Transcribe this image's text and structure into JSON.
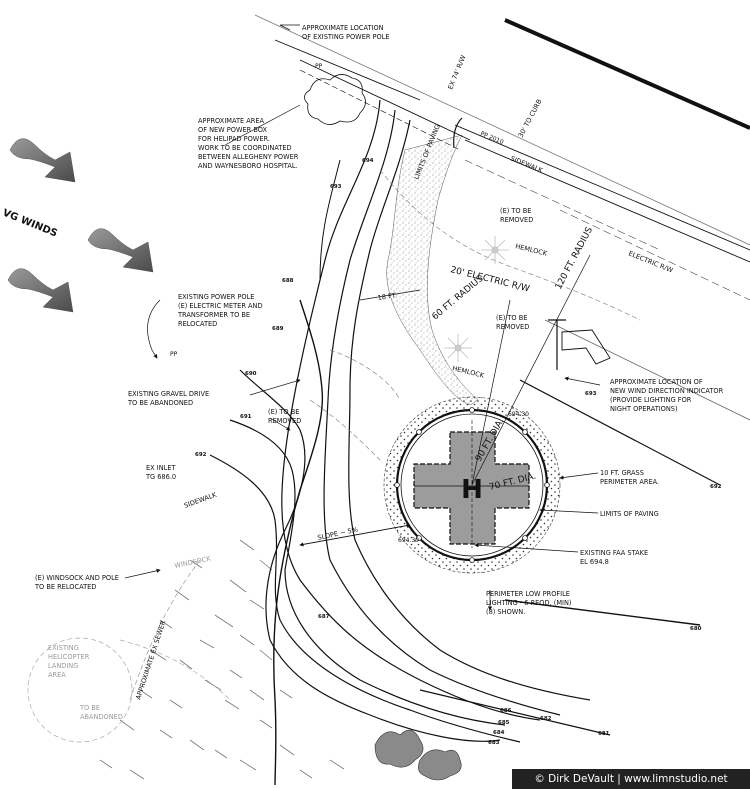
{
  "plan": {
    "wind_label": "VG WINDS",
    "labels": {
      "existing_power_pole_location": [
        "APPROXIMATE LOCATION",
        "OF EXISTING POWER POLE"
      ],
      "pp_top": "PP",
      "new_power_box": [
        "APPROXIMATE AREA",
        "OF NEW POWER BOX",
        "FOR HELIPAD POWER.",
        "WORK TO BE COORDINATED",
        "BETWEEN ALLEGHENY POWER",
        "AND WAYNESBORO HOSPITAL."
      ],
      "row": "EX 74' R/W",
      "curb": "30' TO CURB",
      "sidewalk_top": "SIDEWALK",
      "limits_of_paving_top": "LIMITS OF PAVING",
      "electric_row_right": "ELECTRIC R/W",
      "existing_power_pole_relocate": [
        "EXISTING POWER POLE",
        "(E) ELECTRIC METER AND",
        "TRANSFORMER TO BE",
        "RELOCATED"
      ],
      "pp_mid": "PP",
      "gravel_drive": [
        "EXISTING GRAVEL DRIVE",
        "TO BE ABANDONED"
      ],
      "to_be_removed_1": [
        "(E) TO BE",
        "REMOVED"
      ],
      "to_be_removed_2": [
        "(E) TO BE",
        "REMOVED"
      ],
      "to_be_removed_3": [
        "(E) TO BE",
        "REMOVED"
      ],
      "hemlock_1": "HEMLOCK",
      "hemlock_2": "HEMLOCK",
      "electric_20": "20' ELECTRIC R/W",
      "ft_18": "18 FT.",
      "radius_60": "60 FT. RADIUS",
      "radius_120": "120 FT. RADIUS",
      "wind_indicator": [
        "APPROXIMATE LOCATION OF",
        "NEW WIND DIRECTION INDICATOR",
        "(PROVIDE LIGHTING FOR",
        "NIGHT OPERATIONS)"
      ],
      "ex_inlet": [
        "EX INLET",
        "TG 686.0"
      ],
      "sidewalk_left": "SIDEWALK",
      "dia_90": "90 FT. DIA.",
      "dia_70": "70 FT. DIA.",
      "grass_area": [
        "10 FT. GRASS",
        "PERIMETER AREA."
      ],
      "limits_of_paving": "LIMITS OF PAVING",
      "faa_stake": [
        "EXISTING FAA STAKE",
        "EL 694.8"
      ],
      "slope": "SLOPE ~ 5%",
      "elev_top": "694.30",
      "elev_bottom": "694.30",
      "perimeter_lighting": [
        "PERIMETER LOW PROFILE",
        "LIGHTING - 6 REQD. (MIN)",
        "(8) SHOWN."
      ],
      "windsock": [
        "(E) WINDSOCK AND POLE",
        "TO BE RELOCATED"
      ],
      "windsock_grey": "WINDSOCK",
      "ex_sewer": "APPROXIMATE EX SEWER",
      "existing_landing": [
        "EXISTING",
        "HELICOPTER",
        "LANDING",
        "AREA"
      ],
      "to_be_abandoned": [
        "TO BE",
        "ABANDONED"
      ],
      "helipad_letter": "H"
    },
    "contours": [
      "680",
      "681",
      "682",
      "683",
      "684",
      "685",
      "686",
      "687",
      "688",
      "689",
      "690",
      "691",
      "692",
      "693",
      "694"
    ]
  },
  "credit": "© Dirk DeVault | www.limnstudio.net"
}
